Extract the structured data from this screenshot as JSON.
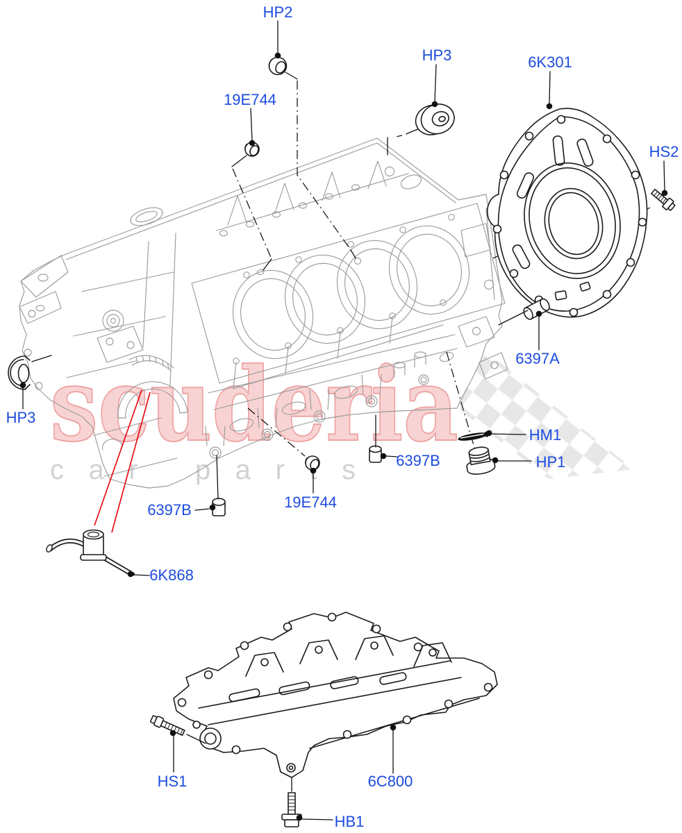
{
  "diagram": {
    "type": "exploded-parts-diagram",
    "subject": "engine cylinder block",
    "label_color": "#1d4cdf",
    "line_color_block": "#9b9b9b",
    "line_color_parts": "#1a1a1a",
    "highlight_color": "#e8000a",
    "parts": [
      {
        "id": "hp2",
        "label": "HP2"
      },
      {
        "id": "19e744-top",
        "label": "19E744"
      },
      {
        "id": "hp3-top",
        "label": "HP3"
      },
      {
        "id": "6k301",
        "label": "6K301"
      },
      {
        "id": "hs2",
        "label": "HS2"
      },
      {
        "id": "6397a",
        "label": "6397A"
      },
      {
        "id": "hm1",
        "label": "HM1"
      },
      {
        "id": "hp1",
        "label": "HP1"
      },
      {
        "id": "6397b-right",
        "label": "6397B"
      },
      {
        "id": "6397b-left",
        "label": "6397B"
      },
      {
        "id": "19e744-bottom",
        "label": "19E744"
      },
      {
        "id": "6k868",
        "label": "6K868"
      },
      {
        "id": "hp3-left",
        "label": "HP3"
      },
      {
        "id": "hs1",
        "label": "HS1"
      },
      {
        "id": "6c800",
        "label": "6C800"
      },
      {
        "id": "hb1",
        "label": "HB1"
      }
    ]
  },
  "watermark": {
    "brand": "scuderia",
    "tagline": "car parts",
    "brand_fill": "#f8d3d3",
    "brand_outline": "#eda4a4",
    "tagline_color": "#d2d2d2",
    "checker_color": "#d7d7d7"
  }
}
